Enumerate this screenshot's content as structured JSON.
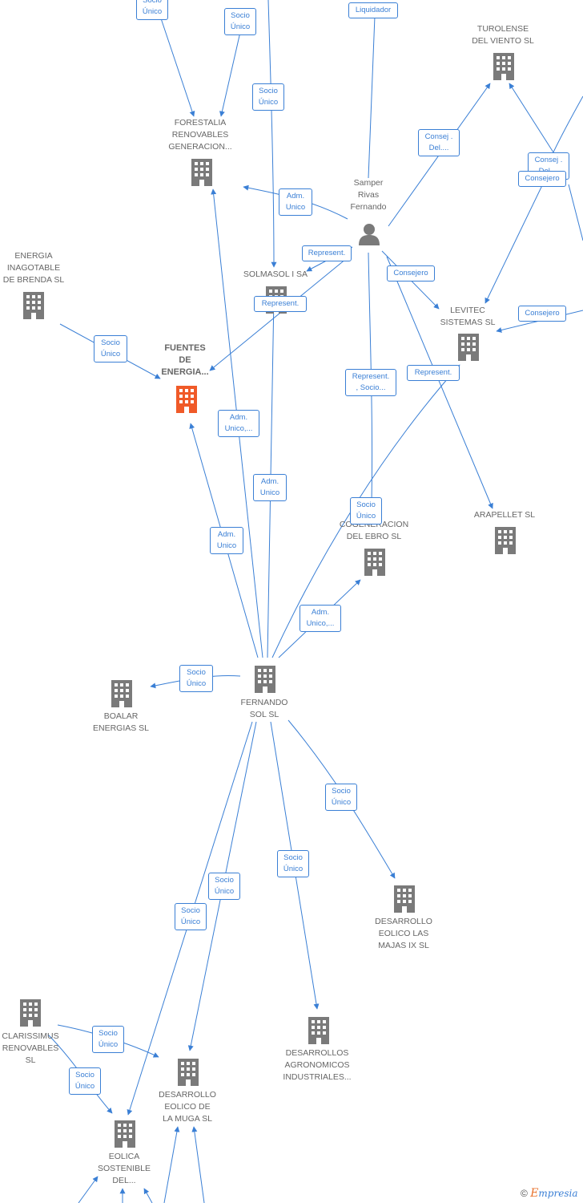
{
  "colors": {
    "edge": "#3a7fd5",
    "building": "#7a7a7a",
    "focus_building": "#f05a28",
    "text": "#666666"
  },
  "nodes": {
    "forestalia": {
      "label": "FORESTALIA\nRENOVABLES\nGENERACION...",
      "icon": "building-icon"
    },
    "turolense": {
      "label": "TUROLENSE\nDEL VIENTO SL",
      "icon": "building-icon"
    },
    "samper": {
      "label": "Samper\nRivas\nFernando",
      "icon": "person-icon"
    },
    "energia_inagotable": {
      "label": "ENERGIA\nINAGOTABLE\nDE BRENDA  SL",
      "icon": "building-icon"
    },
    "solmasol": {
      "label": "SOLMASOL I SA",
      "icon": "building-icon"
    },
    "fuentes": {
      "label": "FUENTES\nDE\nENERGIA...",
      "icon": "building-icon-focus"
    },
    "levitec": {
      "label": "LEVITEC\nSISTEMAS  SL",
      "icon": "building-icon"
    },
    "arapellet": {
      "label": "ARAPELLET  SL",
      "icon": "building-icon"
    },
    "cogeneracion": {
      "label": "COGENERACION\nDEL EBRO  SL",
      "icon": "building-icon"
    },
    "fernando_sol": {
      "label": "FERNANDO\nSOL SL",
      "icon": "building-icon"
    },
    "boalar": {
      "label": "BOALAR\nENERGIAS  SL",
      "icon": "building-icon"
    },
    "desarrollo_majas": {
      "label": "DESARROLLO\nEOLICO LAS\nMAJAS IX  SL",
      "icon": "building-icon"
    },
    "clarissimus": {
      "label": "CLARISSIMUS\nRENOVABLES\nSL",
      "icon": "building-icon"
    },
    "desarrollos_agro": {
      "label": "DESARROLLOS\nAGRONOMICOS\nINDUSTRIALES...",
      "icon": "building-icon"
    },
    "desarrollo_muga": {
      "label": "DESARROLLO\nEOLICO DE\nLA MUGA SL",
      "icon": "building-icon"
    },
    "eolica_sostenible": {
      "label": "EOLICA\nSOSTENIBLE\nDEL...",
      "icon": "building-icon"
    }
  },
  "badges": {
    "b1": "Socio\nÚnico",
    "b2": "Socio\nÚnico",
    "b3": "Liquidador",
    "b4": "Socio\nÚnico",
    "b5": "Consej .\nDel....",
    "b6": "Consej .\nDel....",
    "b7": "Consejero",
    "b8": "Adm.\nUnico",
    "b9": "Represent.",
    "b10": "Consejero",
    "b11": "Represent.",
    "b12": "Socio\nÚnico",
    "b13": "Consejero",
    "b14": "Represent.\n, Socio...",
    "b15": "Represent.",
    "b16": "Adm.\nUnico,...",
    "b17": "Adm.\nUnico",
    "b18": "Adm.\nUnico",
    "b19": "Socio\nÚnico",
    "b20": "Adm.\nUnico,...",
    "b21": "Socio\nÚnico",
    "b22": "Socio\nÚnico",
    "b23": "Socio\nÚnico",
    "b24": "Socio\nÚnico",
    "b25": "Socio\nÚnico",
    "b26": "Socio\nÚnico",
    "b27": "Socio\nÚnico"
  },
  "brand": {
    "copyright": "©",
    "first_letter": "E",
    "rest": "mpresia"
  }
}
